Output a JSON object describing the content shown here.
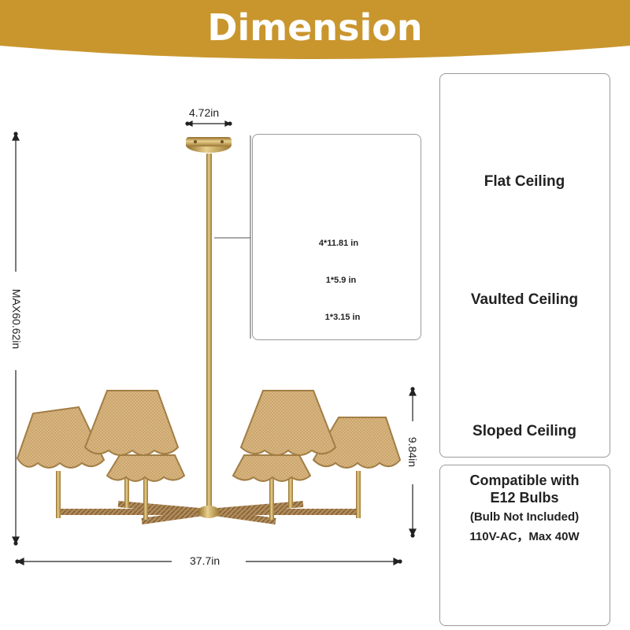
{
  "header": {
    "title": "Dimension",
    "band_color": "#c9962e"
  },
  "dimensions": {
    "canopy_width": "4.72in",
    "max_height": "MAX60.62in",
    "shade_height": "9.84in",
    "overall_width": "37.7in"
  },
  "rods_panel": {
    "long_rods_label": "4*11.81 in",
    "mid_rod_label": "1*5.9 in",
    "short_rod_label": "1*3.15 in"
  },
  "mounting_panel": {
    "flat_label": "Flat Ceiling",
    "vaulted_label": "Vaulted Ceiling",
    "sloped_label": "Sloped Ceiling"
  },
  "bulb_panel": {
    "line1": "Compatible with",
    "line2": "E12 Bulbs",
    "line3": "(Bulb Not Included)",
    "line4": "110V-AC，Max 40W"
  },
  "colors": {
    "brass": "#c9a55a",
    "shade": "#d9b783",
    "shade_trim": "#a27e45",
    "panel_border": "#9a9a9a"
  }
}
